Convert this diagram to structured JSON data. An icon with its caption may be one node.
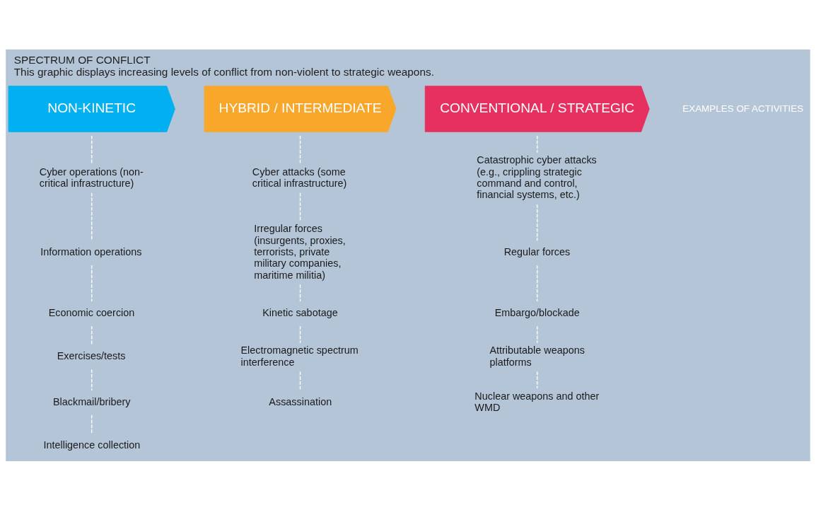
{
  "diagram": {
    "title": "SPECTRUM OF CONFLICT",
    "caption": "This graphic displays increasing levels of conflict from non-violent to strategic weapons.",
    "nodes": [
      {
        "text": [
          "NON-KINETIC"
        ]
      },
      {
        "text": [
          "HYBRID / INTERMEDIATE"
        ]
      },
      {
        "text": [
          "CONVENTIONAL / STRATEGIC"
        ]
      },
      {
        "text": [
          "Cyber operations (non-critical infrastructure)"
        ]
      },
      {
        "text": [
          "Information operations"
        ]
      },
      {
        "text": [
          "Economic coercion"
        ]
      },
      {
        "text": [
          "Exercises/tests"
        ]
      },
      {
        "text": [
          "Blackmail/bribery"
        ]
      },
      {
        "text": [
          "Intelligence collection"
        ]
      },
      {
        "text": [
          "Cyber attacks (some critical infrastructure)"
        ]
      },
      {
        "text": [
          "Irregular forces (insurgents, proxies, terrorists, private military companies, maritime militia)"
        ]
      },
      {
        "text": [
          "Kinetic sabotage"
        ]
      },
      {
        "text": [
          "Electromagnetic spectrum interference"
        ]
      },
      {
        "text": [
          "Assassination"
        ]
      },
      {
        "text": [
          "Catastrophic cyber attacks (e.g., crippling strategic command and control, financial systems, etc.)"
        ]
      },
      {
        "text": [
          "Regular forces"
        ]
      },
      {
        "text": [
          "Embargo/blockade"
        ]
      },
      {
        "text": [
          "Attributable weapons platforms"
        ]
      },
      {
        "text": [
          "Nuclear weapons and other WMD"
        ]
      }
    ],
    "edges": [
      {
        "from": 0,
        "to": 3,
        "arrow": "none",
        "style": "dashed"
      },
      {
        "from": 3,
        "to": 4,
        "arrow": "none",
        "style": "dashed"
      },
      {
        "from": 4,
        "to": 5,
        "arrow": "none",
        "style": "dashed"
      },
      {
        "from": 5,
        "to": 6,
        "arrow": "none",
        "style": "dashed"
      },
      {
        "from": 6,
        "to": 7,
        "arrow": "none",
        "style": "dashed"
      },
      {
        "from": 7,
        "to": 8,
        "arrow": "none",
        "style": "dashed"
      },
      {
        "from": 1,
        "to": 9,
        "arrow": "none",
        "style": "dashed"
      },
      {
        "from": 9,
        "to": 10,
        "arrow": "none",
        "style": "dashed"
      },
      {
        "from": 10,
        "to": 11,
        "arrow": "none",
        "style": "dashed"
      },
      {
        "from": 11,
        "to": 12,
        "arrow": "none",
        "style": "dashed"
      },
      {
        "from": 12,
        "to": 13,
        "arrow": "none",
        "style": "dashed"
      },
      {
        "from": 2,
        "to": 14,
        "arrow": "none",
        "style": "dashed"
      },
      {
        "from": 14,
        "to": 15,
        "arrow": "none",
        "style": "dashed"
      },
      {
        "from": 15,
        "to": 16,
        "arrow": "none",
        "style": "dashed"
      },
      {
        "from": 16,
        "to": 17,
        "arrow": "none",
        "style": "dashed"
      },
      {
        "from": 17,
        "to": 18,
        "arrow": "none",
        "style": "dashed"
      }
    ],
    "labels": [
      "EXAMPLES OF ACTIVITIES"
    ]
  }
}
